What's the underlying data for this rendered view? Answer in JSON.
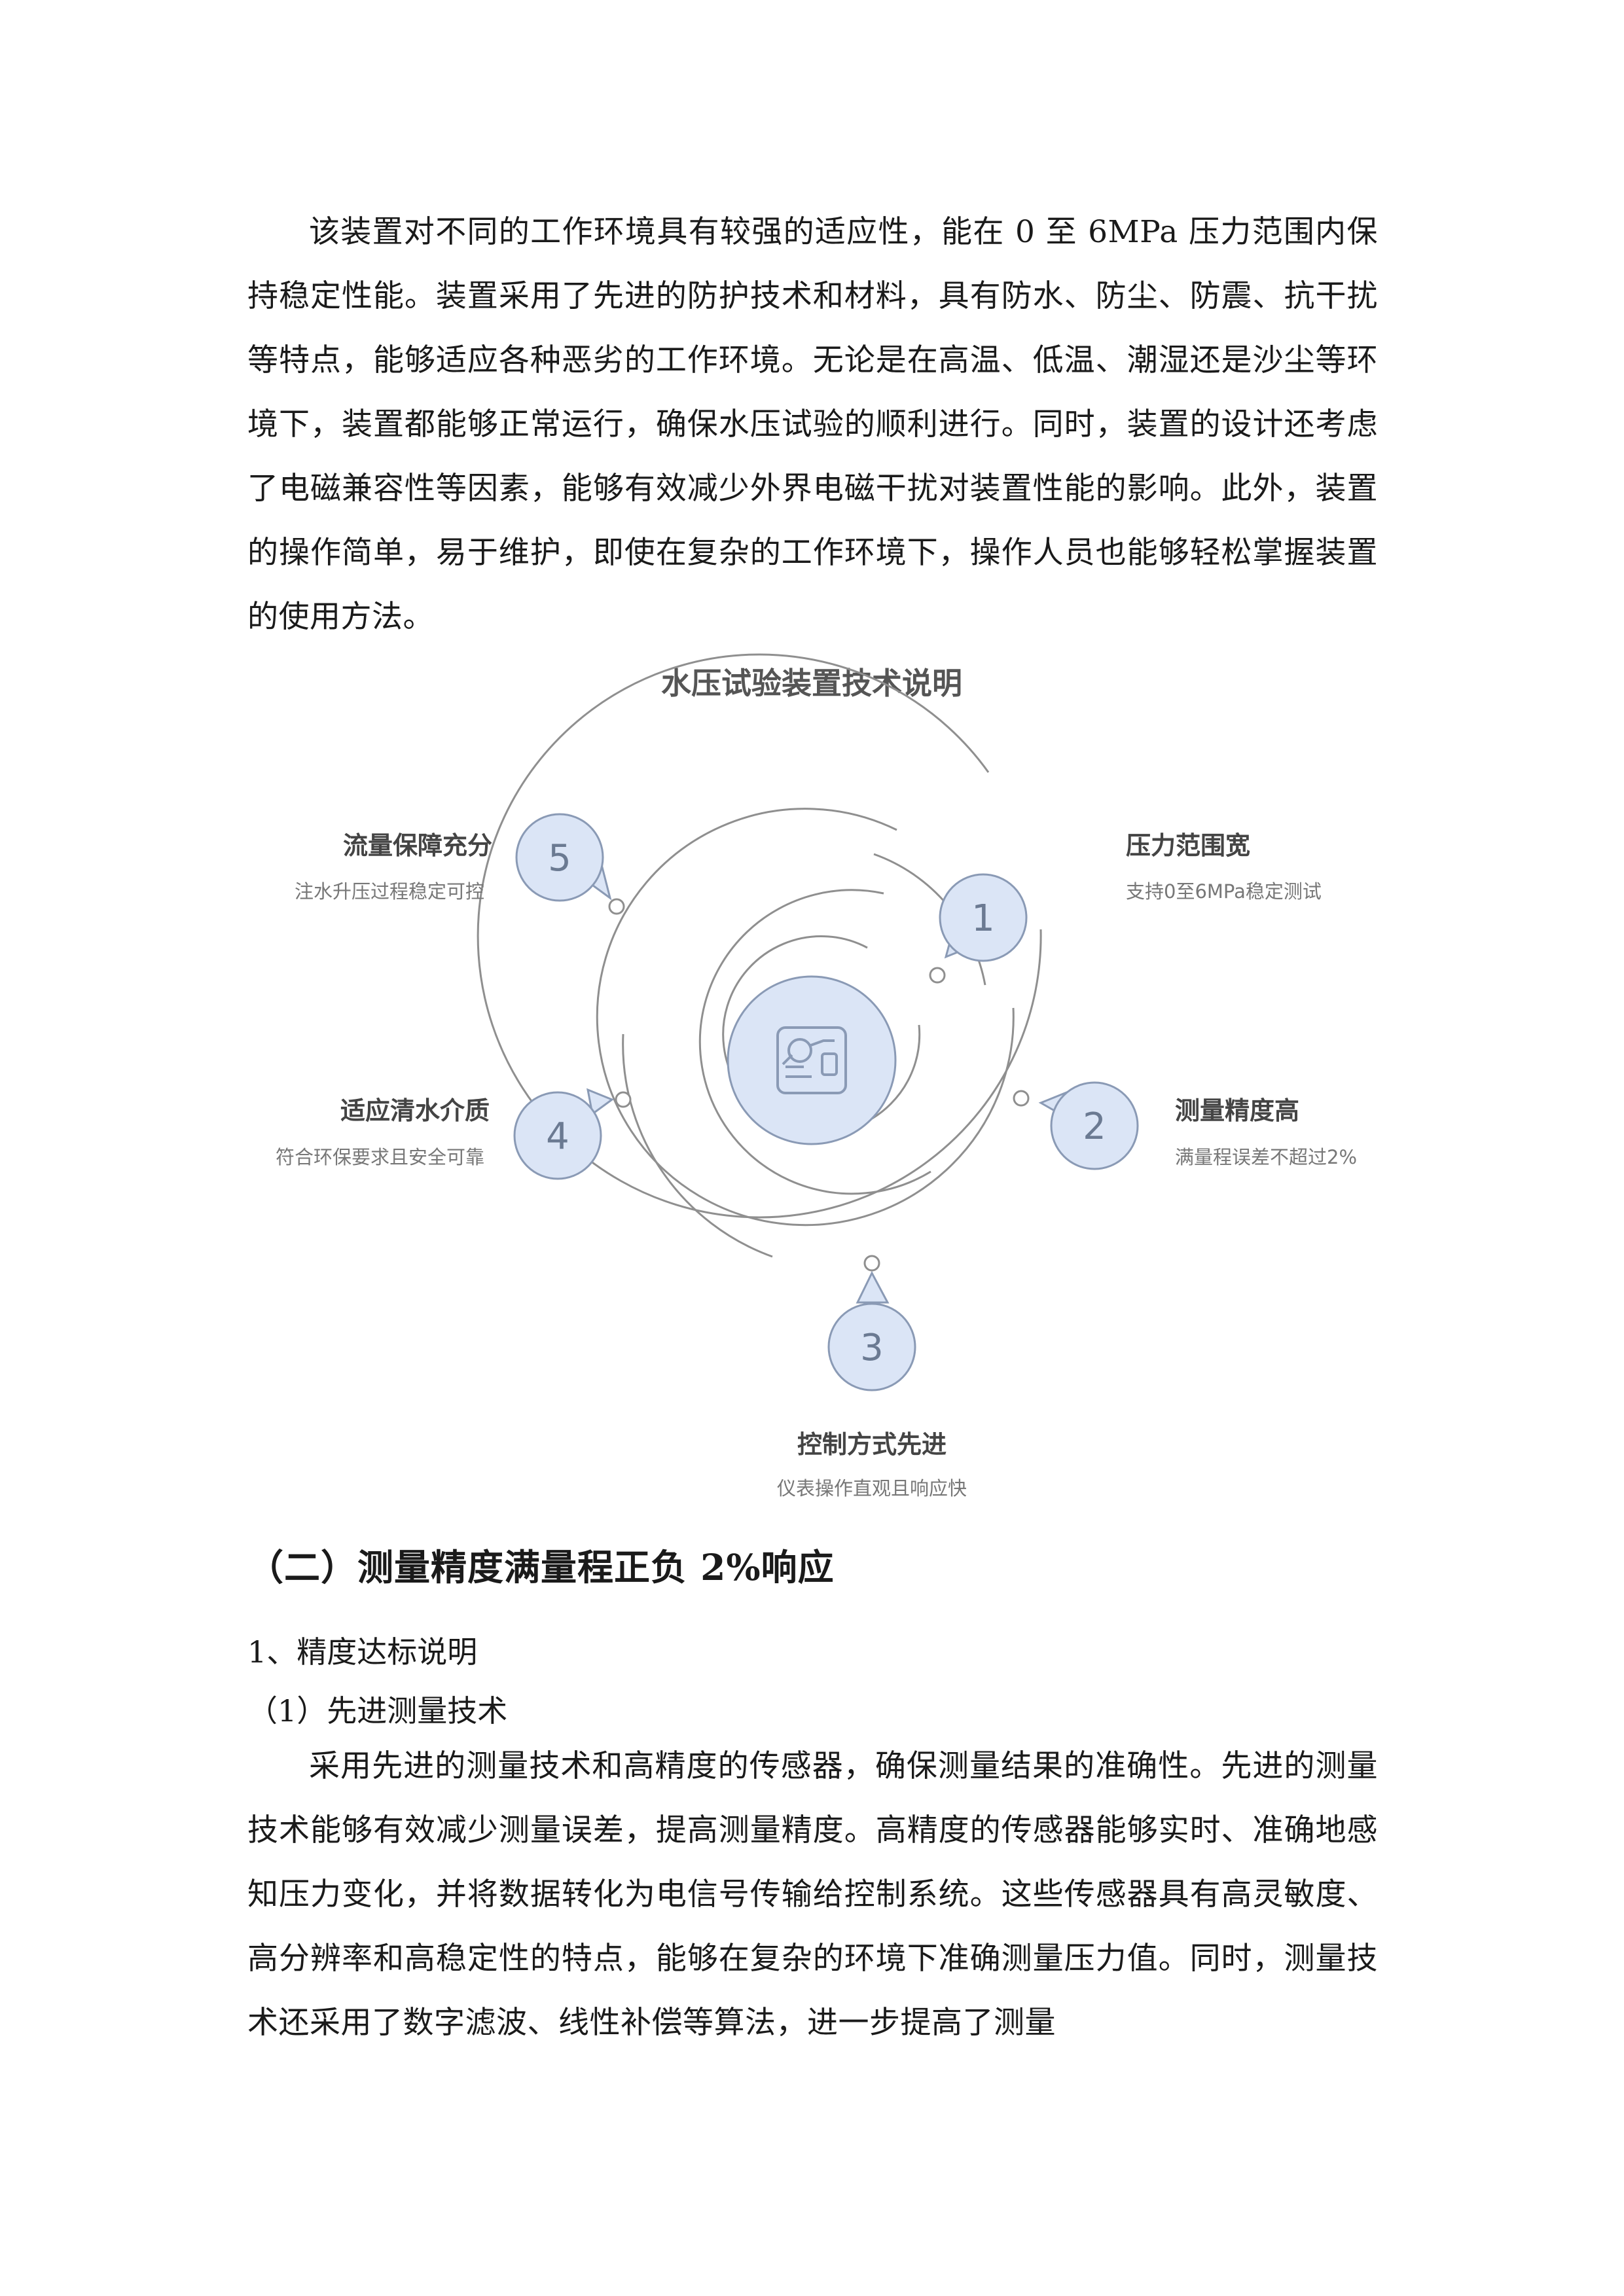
{
  "paragraph1": "该装置对不同的工作环境具有较强的适应性，能在 0 至 6MPa 压力范围内保持稳定性能。装置采用了先进的防护技术和材料，具有防水、防尘、防震、抗干扰等特点，能够适应各种恶劣的工作环境。无论是在高温、低温、潮湿还是沙尘等环境下，装置都能够正常运行，确保水压试验的顺利进行。同时，装置的设计还考虑了电磁兼容性等因素，能够有效减少外界电磁干扰对装置性能的影响。此外，装置的操作简单，易于维护，即使在复杂的工作环境下，操作人员也能够轻松掌握装置的使用方法。",
  "diagram": {
    "title": "水压试验装置技术说明",
    "center_icon": "circuit-board-icon",
    "accent_fill": "#dbe5f6",
    "accent_stroke": "#8a9ab5",
    "features": [
      {
        "number": "1",
        "title": "压力范围宽",
        "desc": "支持0至6MPa稳定测试"
      },
      {
        "number": "2",
        "title": "测量精度高",
        "desc": "满量程误差不超过2%"
      },
      {
        "number": "3",
        "title": "控制方式先进",
        "desc": "仪表操作直观且响应快"
      },
      {
        "number": "4",
        "title": "适应清水介质",
        "desc": "符合环保要求且安全可靠"
      },
      {
        "number": "5",
        "title": "流量保障充分",
        "desc": "注水升压过程稳定可控"
      }
    ]
  },
  "section_heading": "（二）测量精度满量程正负 2%响应",
  "subheading1": "1、精度达标说明",
  "subheading2": "（1）先进测量技术",
  "paragraph2": "采用先进的测量技术和高精度的传感器，确保测量结果的准确性。先进的测量技术能够有效减少测量误差，提高测量精度。高精度的传感器能够实时、准确地感知压力变化，并将数据转化为电信号传输给控制系统。这些传感器具有高灵敏度、高分辨率和高稳定性的特点，能够在复杂的环境下准确测量压力值。同时，测量技术还采用了数字滤波、线性补偿等算法，进一步提高了测量"
}
